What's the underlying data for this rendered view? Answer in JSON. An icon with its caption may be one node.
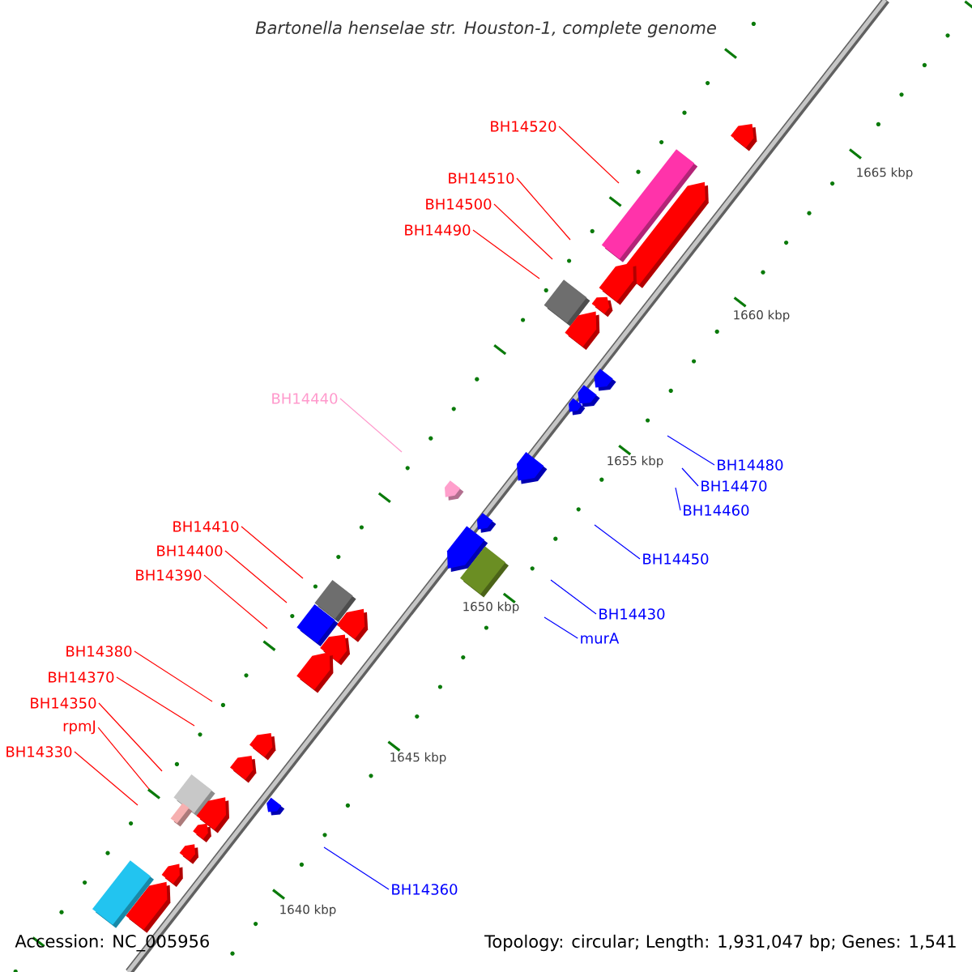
{
  "diagram": {
    "title": "Bartonella henselae str. Houston-1, complete genome",
    "nodes": [
      {
        "text": [
          "BH14520"
        ]
      },
      {
        "text": [
          "BH14510"
        ]
      },
      {
        "text": [
          "BH14500"
        ]
      },
      {
        "text": [
          "BH14490"
        ]
      },
      {
        "text": [
          "BH14440"
        ]
      },
      {
        "text": [
          "BH14480"
        ]
      },
      {
        "text": [
          "BH14470"
        ]
      },
      {
        "text": [
          "BH14460"
        ]
      },
      {
        "text": [
          "BH14410"
        ]
      },
      {
        "text": [
          "BH14450"
        ]
      },
      {
        "text": [
          "BH14400"
        ]
      },
      {
        "text": [
          "BH14390"
        ]
      },
      {
        "text": [
          "BH14430"
        ]
      },
      {
        "text": [
          "murA"
        ]
      },
      {
        "text": [
          "BH14380"
        ]
      },
      {
        "text": [
          "BH14370"
        ]
      },
      {
        "text": [
          "BH14350"
        ]
      },
      {
        "text": [
          "rpmJ"
        ]
      },
      {
        "text": [
          "BH14330"
        ]
      },
      {
        "text": [
          "BH14360"
        ]
      }
    ],
    "edges": [
      {
        "from": 0,
        "to": null,
        "arrow": "none"
      },
      {
        "from": 1,
        "to": null,
        "arrow": "none"
      },
      {
        "from": 2,
        "to": null,
        "arrow": "none"
      },
      {
        "from": 3,
        "to": null,
        "arrow": "none"
      },
      {
        "from": 4,
        "to": null,
        "arrow": "none",
        "color": "#ff99cc"
      },
      {
        "from": 5,
        "to": null,
        "arrow": "none",
        "color": "#0000ff"
      },
      {
        "from": 6,
        "to": null,
        "arrow": "none",
        "color": "#0000ff"
      },
      {
        "from": 7,
        "to": null,
        "arrow": "none",
        "color": "#0000ff"
      },
      {
        "from": 8,
        "to": null,
        "arrow": "none"
      },
      {
        "from": 9,
        "to": null,
        "arrow": "none",
        "color": "#0000ff"
      },
      {
        "from": 10,
        "to": null,
        "arrow": "none"
      },
      {
        "from": 11,
        "to": null,
        "arrow": "none"
      },
      {
        "from": 12,
        "to": null,
        "arrow": "none",
        "color": "#0000ff"
      },
      {
        "from": 13,
        "to": null,
        "arrow": "none",
        "color": "#0000ff"
      },
      {
        "from": 14,
        "to": null,
        "arrow": "none"
      },
      {
        "from": 15,
        "to": null,
        "arrow": "none"
      },
      {
        "from": 16,
        "to": null,
        "arrow": "none"
      },
      {
        "from": 17,
        "to": null,
        "arrow": "none"
      },
      {
        "from": 18,
        "to": null,
        "arrow": "none"
      },
      {
        "from": 19,
        "to": null,
        "arrow": "none",
        "color": "#0000ff"
      }
    ],
    "labels": [
      "1665 kbp",
      "1660 kbp",
      "1655 kbp",
      "1650 kbp",
      "1645 kbp",
      "1640 kbp",
      "Accession: NC_005956",
      "Topology: circular; Length: 1,931,047 bp; Genes: 1,541"
    ]
  }
}
